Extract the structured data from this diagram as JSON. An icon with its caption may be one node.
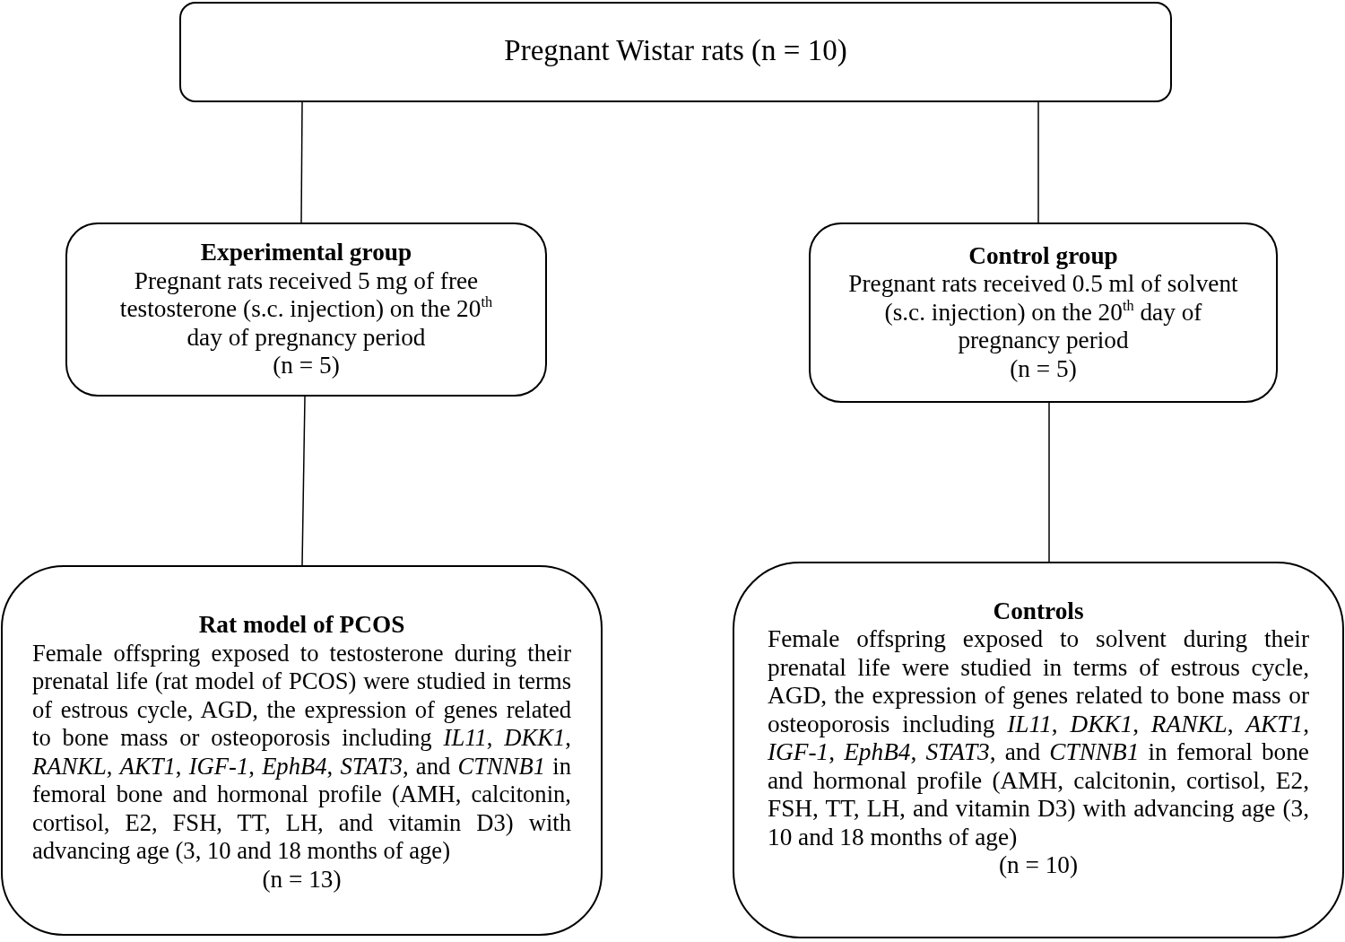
{
  "diagram": {
    "nodes": [
      {
        "text": [
          "Pregnant Wistar rats (n = 10)"
        ]
      },
      {
        "text": [
          "Experimental group",
          "Pregnant rats received 5 mg of free testosterone (s.c. injection) on the 20$^{th}$ day of pregnancy period",
          "(n = 5)"
        ]
      },
      {
        "text": [
          "Control group",
          "Pregnant rats received 0.5 ml of solvent (s.c. injection) on the 20$^{th}$ day of pregnancy period",
          "(n = 5)"
        ]
      },
      {
        "text": [
          "Rat model of PCOS",
          "Female offspring exposed to testosterone during their prenatal life (rat model of PCOS) were studied in terms of estrous cycle, AGD, the expression of genes related to bone mass or osteoporosis including *IL11*, *DKK1*, *RANKL*, *AKT1*, *IGF-1*, *EphB4*, *STAT3*, and *CTNNB1* in femoral bone and hormonal profile (AMH, calcitonin, cortisol, E2, FSH, TT, LH, and vitamin D3) with advancing age (3, 10 and 18 months of age)",
          "(n = 13)"
        ]
      },
      {
        "text": [
          "Controls",
          "Female offspring exposed to solvent during their prenatal life were studied in terms of estrous cycle, AGD, the expression of genes related to bone mass or osteoporosis including *IL11*, *DKK1*, *RANKL*, *AKT1*, *IGF-1*, *EphB4*, *STAT3*, and *CTNNB1* in femoral bone and hormonal profile (AMH, calcitonin, cortisol, E2, FSH, TT, LH, and vitamin D3) with advancing age (3, 10 and 18 months of age)",
          "(n = 10)"
        ]
      }
    ],
    "edges": [
      {
        "from": 0,
        "to": 1,
        "arrow": "none"
      },
      {
        "from": 0,
        "to": 2,
        "arrow": "none"
      },
      {
        "from": 1,
        "to": 3,
        "arrow": "none"
      },
      {
        "from": 2,
        "to": 4,
        "arrow": "none"
      }
    ]
  }
}
